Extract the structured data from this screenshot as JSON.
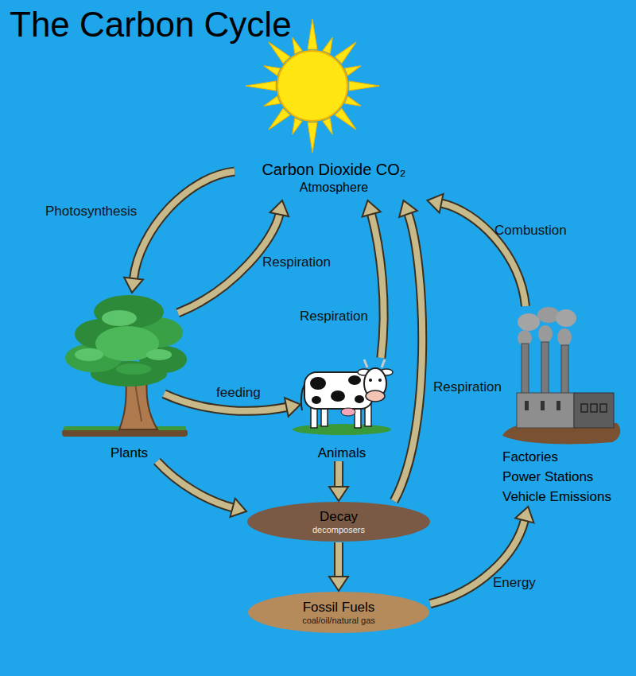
{
  "diagram": {
    "title": "The Carbon Cycle",
    "nodes": [
      {
        "text": [
          "Carbon Dioxide CO₂",
          "Atmosphere"
        ]
      },
      {
        "text": [
          "Plants"
        ]
      },
      {
        "text": [
          "Animals"
        ]
      },
      {
        "text": [
          "Decay",
          "decomposers"
        ]
      },
      {
        "text": [
          "Fossil Fuels",
          "coal/oil/natural gas"
        ]
      },
      {
        "text": [
          "Factories",
          "Power Stations",
          "Vehicle Emissions"
        ]
      }
    ],
    "edges": [
      {
        "from": 0,
        "to": 1,
        "label": "Photosynthesis",
        "arrow": "to"
      },
      {
        "from": 1,
        "to": 0,
        "label": "Respiration",
        "arrow": "to"
      },
      {
        "from": 2,
        "to": 0,
        "label": "Respiration",
        "arrow": "to"
      },
      {
        "from": 3,
        "to": 0,
        "label": "Respiration",
        "arrow": "to"
      },
      {
        "from": 5,
        "to": 0,
        "label": "Combustion",
        "arrow": "to"
      },
      {
        "from": 1,
        "to": 2,
        "label": "feeding",
        "arrow": "to"
      },
      {
        "from": 1,
        "to": 3,
        "arrow": "to"
      },
      {
        "from": 2,
        "to": 3,
        "arrow": "to"
      },
      {
        "from": 3,
        "to": 4,
        "arrow": "to"
      },
      {
        "from": 4,
        "to": 5,
        "label": "Energy",
        "arrow": "to"
      }
    ]
  }
}
